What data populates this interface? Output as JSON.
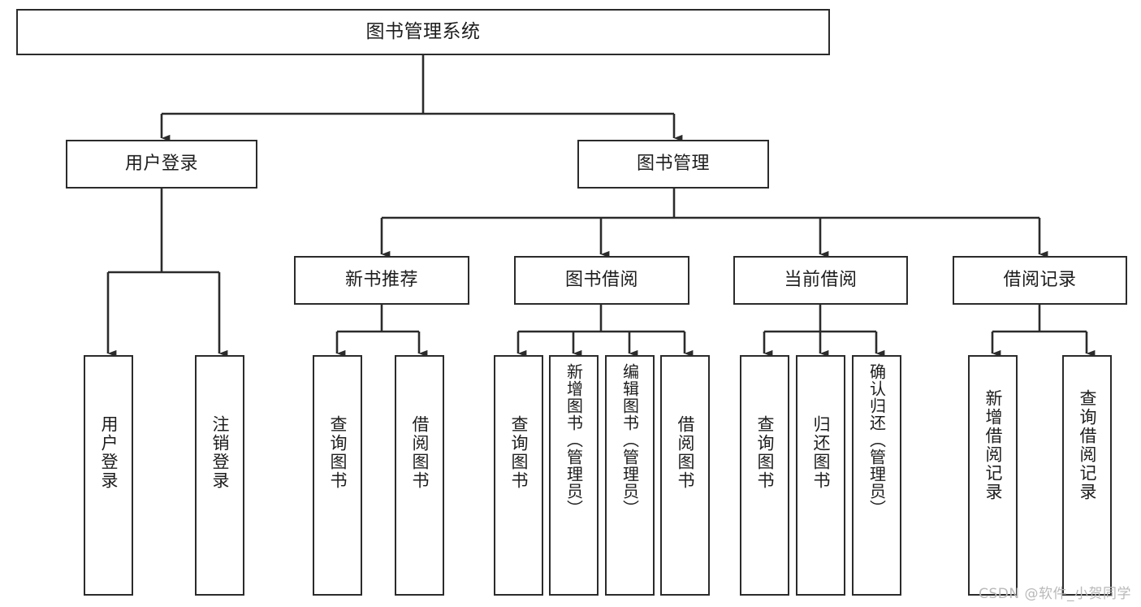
{
  "diagram": {
    "title": "图书管理系统",
    "type": "tree-hierarchy-chart",
    "stroke_color": "#2b2b2b",
    "background_color": "#ffffff",
    "root": {
      "label": "图书管理系统"
    },
    "level2": [
      {
        "label": "用户登录"
      },
      {
        "label": "图书管理"
      }
    ],
    "level3": [
      {
        "label": "新书推荐"
      },
      {
        "label": "图书借阅"
      },
      {
        "label": "当前借阅"
      },
      {
        "label": "借阅记录"
      }
    ],
    "leaves": {
      "user_login": [
        {
          "label": "用户登录"
        },
        {
          "label": "注销登录"
        }
      ],
      "new_book_recommend": [
        {
          "label": "查询图书"
        },
        {
          "label": "借阅图书"
        }
      ],
      "book_borrow": [
        {
          "label": "查询图书"
        },
        {
          "label": "新增图书（管理员）"
        },
        {
          "label": "编辑图书（管理员）"
        },
        {
          "label": "借阅图书"
        }
      ],
      "current_borrow": [
        {
          "label": "查询图书"
        },
        {
          "label": "归还图书"
        },
        {
          "label": "确认归还（管理员）"
        }
      ],
      "borrow_record": [
        {
          "label": "新增借阅记录"
        },
        {
          "label": "查询借阅记录"
        }
      ]
    }
  },
  "watermark": {
    "text": "CSDN @软件_小贺同学"
  }
}
